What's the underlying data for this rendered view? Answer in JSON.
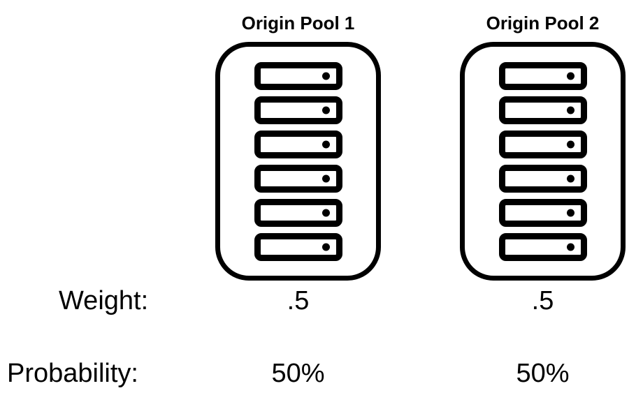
{
  "diagram_type": "load-balancing-origin-pools",
  "labels": {
    "weight": "Weight:",
    "probability": "Probability:"
  },
  "pools": [
    {
      "title": "Origin Pool 1",
      "server_count": 6,
      "weight": ".5",
      "probability": "50%"
    },
    {
      "title": "Origin Pool 2",
      "server_count": 6,
      "weight": ".5",
      "probability": "50%"
    }
  ],
  "colors": {
    "stroke": "#000000",
    "background": "#ffffff"
  }
}
